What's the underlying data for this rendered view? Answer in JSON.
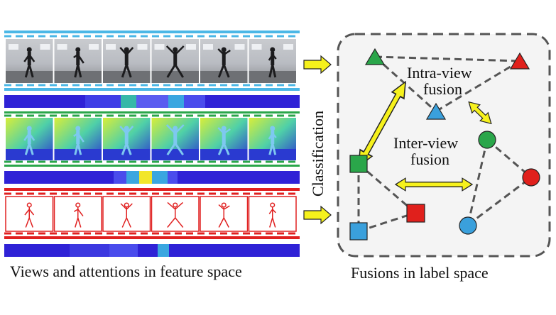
{
  "feature_panel": {
    "caption": "Views and attentions in feature space",
    "views": [
      {
        "name": "rgb",
        "border_color": "#4bb7e6",
        "frames": 6
      },
      {
        "name": "depth",
        "border_color": "#2aa64a",
        "frames": 6
      },
      {
        "name": "skeleton",
        "border_color": "#e02020",
        "frames": 6
      }
    ],
    "attention_colors": {
      "base": "#2f22d6",
      "mid": "#5a5cf0",
      "high": "#3aa6e0",
      "peak": "#f2e62a",
      "teal": "#37b8a8"
    }
  },
  "classification_label": "Classification",
  "label_space": {
    "caption": "Fusions in label space",
    "intra_view_label_line1": "Intra-view",
    "intra_view_label_line2": "fusion",
    "inter_view_label_line1": "Inter-view",
    "inter_view_label_line2": "fusion",
    "colors": {
      "green": "#2aa64a",
      "red": "#e0201c",
      "blue": "#3aa0dc",
      "arrow": "#f6f11c"
    }
  }
}
